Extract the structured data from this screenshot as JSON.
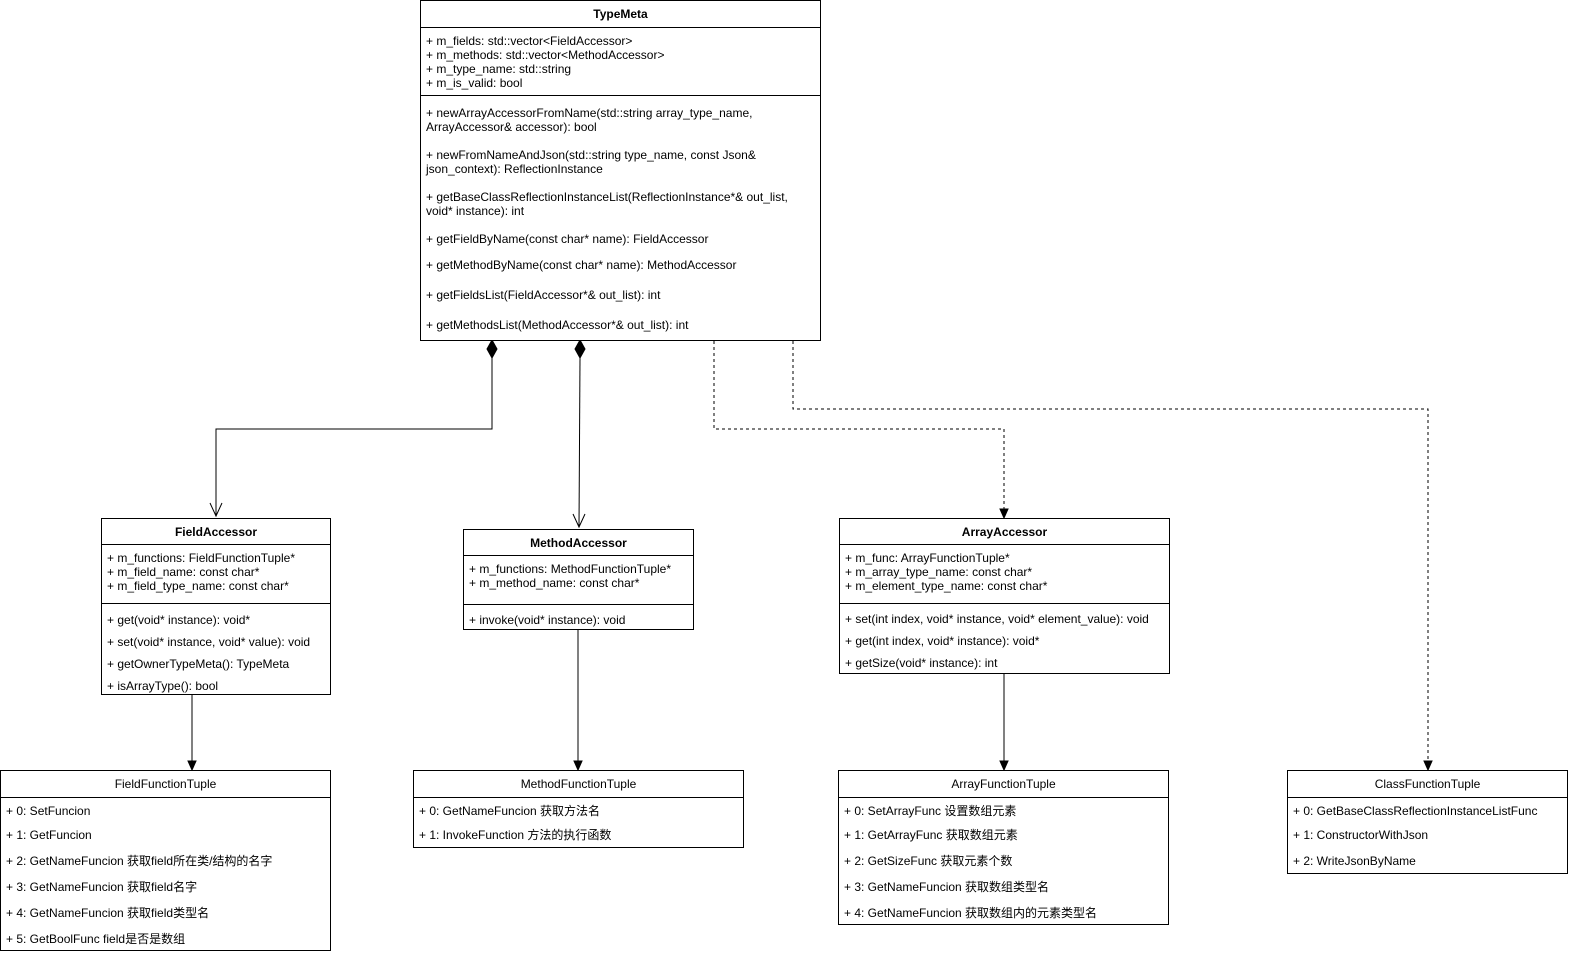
{
  "type_meta": {
    "title": "TypeMeta",
    "fields": [
      "+ m_fields: std::vector<FieldAccessor>",
      "+ m_methods: std::vector<MethodAccessor>",
      "+ m_type_name: std::string",
      "+ m_is_valid: bool"
    ],
    "methods": [
      "+ newArrayAccessorFromName(std::string array_type_name, ArrayAccessor& accessor): bool",
      "+ newFromNameAndJson(std::string type_name, const Json& json_context): ReflectionInstance",
      "+ getBaseClassReflectionInstanceList(ReflectionInstance*& out_list, void* instance): int",
      "+ getFieldByName(const char* name): FieldAccessor",
      "+ getMethodByName(const char* name): MethodAccessor",
      "+ getFieldsList(FieldAccessor*& out_list): int",
      "+ getMethodsList(MethodAccessor*& out_list): int"
    ]
  },
  "field_accessor": {
    "title": "FieldAccessor",
    "fields": [
      "+ m_functions: FieldFunctionTuple*",
      "+ m_field_name: const char*",
      "+ m_field_type_name: const char*"
    ],
    "methods": [
      "+ get(void* instance): void*",
      "+ set(void* instance, void* value): void",
      "+ getOwnerTypeMeta(): TypeMeta",
      "+ isArrayType(): bool"
    ]
  },
  "method_accessor": {
    "title": "MethodAccessor",
    "fields": [
      "+ m_functions: MethodFunctionTuple*",
      "+ m_method_name: const char*"
    ],
    "methods": [
      "+ invoke(void* instance): void"
    ]
  },
  "array_accessor": {
    "title": "ArrayAccessor",
    "fields": [
      "+ m_func: ArrayFunctionTuple*",
      "+ m_array_type_name: const char*",
      "+ m_element_type_name: const char*"
    ],
    "methods": [
      "+ set(int index, void* instance, void* element_value): void",
      "+ get(int index, void* instance): void*",
      "+ getSize(void* instance): int"
    ]
  },
  "field_function_tuple": {
    "title": "FieldFunctionTuple",
    "items": [
      "+ 0: SetFuncion",
      "+ 1: GetFuncion",
      "+ 2: GetNameFuncion 获取field所在类/结构的名字",
      "+ 3: GetNameFuncion 获取field名字",
      "+ 4: GetNameFuncion 获取field类型名",
      "+ 5: GetBoolFunc field是否是数组"
    ]
  },
  "method_function_tuple": {
    "title": "MethodFunctionTuple",
    "items": [
      "+ 0: GetNameFuncion 获取方法名",
      "+ 1: InvokeFunction 方法的执行函数"
    ]
  },
  "array_function_tuple": {
    "title": "ArrayFunctionTuple",
    "items": [
      "+ 0: SetArrayFunc 设置数组元素",
      "+ 1: GetArrayFunc 获取数组元素",
      "+ 2: GetSizeFunc 获取元素个数",
      "+ 3: GetNameFuncion 获取数组类型名",
      "+ 4: GetNameFuncion 获取数组内的元素类型名"
    ]
  },
  "class_function_tuple": {
    "title": "ClassFunctionTuple",
    "items": [
      "+ 0: GetBaseClassReflectionInstanceListFunc",
      "+ 1: ConstructorWithJson",
      "+ 2: WriteJsonByName"
    ]
  }
}
